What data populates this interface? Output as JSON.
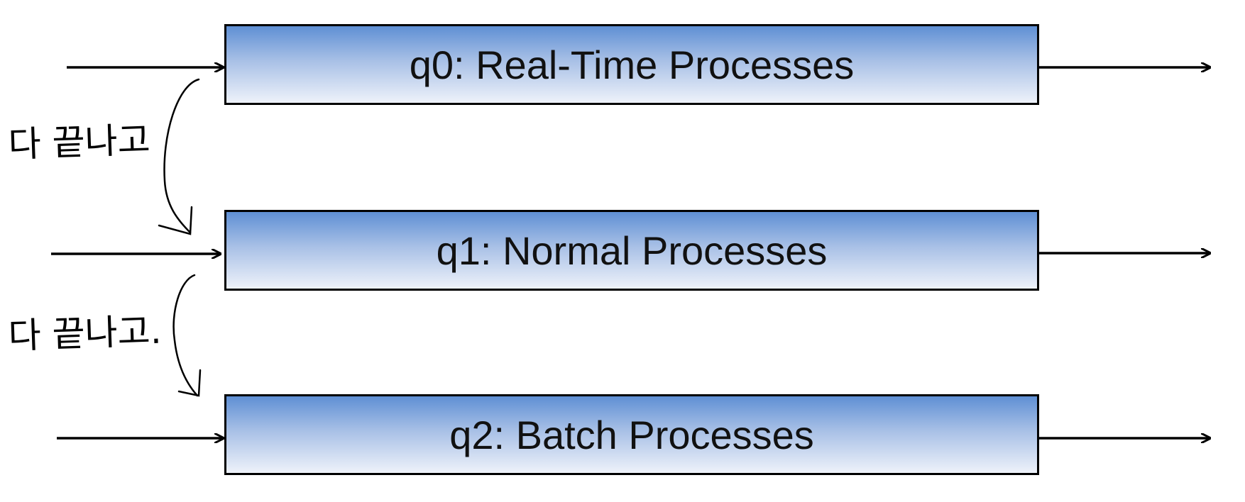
{
  "colors": {
    "box_gradient_top": "#5f8fd4",
    "box_gradient_bottom": "#eef2fa",
    "border": "#000000",
    "text": "#111111",
    "arrow": "#000000"
  },
  "queues": [
    {
      "id": "q0",
      "label": "q0: Real-Time Processes"
    },
    {
      "id": "q1",
      "label": "q1: Normal Processes"
    },
    {
      "id": "q2",
      "label": "q2: Batch Processes"
    }
  ],
  "annotations": [
    {
      "text": "다 끝나고"
    },
    {
      "text": "다 끝나고."
    }
  ]
}
